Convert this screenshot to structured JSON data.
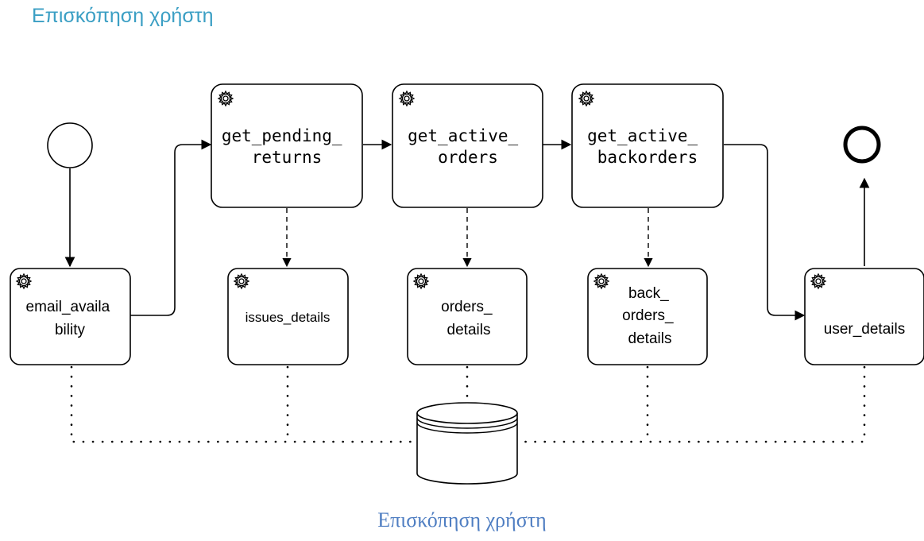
{
  "title_top": "Επισκόπηση χρήστη",
  "caption": "Επισκόπηση χρήστη",
  "tasks": {
    "get_pending_returns": [
      "get_pending_",
      "returns"
    ],
    "get_active_orders": [
      "get_active_",
      "orders"
    ],
    "get_active_backorders": [
      "get_active_",
      "backorders"
    ],
    "email_availability": [
      "email_availa",
      "bility"
    ],
    "issues_details": [
      "issues_details"
    ],
    "orders_details": [
      "orders_",
      "details"
    ],
    "back_orders_details": [
      "back_",
      "orders_",
      "details"
    ],
    "user_details": [
      "user_details"
    ]
  },
  "icons": {
    "task_type": "gear-icon",
    "start": "start-event-circle",
    "end": "end-event-circle",
    "store": "data-store-cylinder"
  }
}
